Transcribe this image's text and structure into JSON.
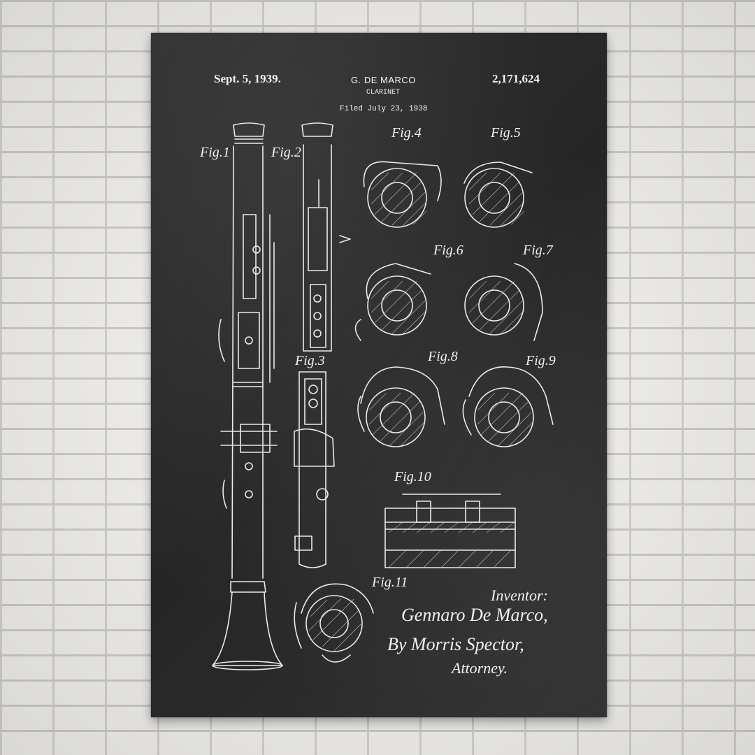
{
  "patent": {
    "date": "Sept. 5, 1939.",
    "inventor_header": "G. DE MARCO",
    "title": "CLARINET",
    "filed": "Filed July 23, 1938",
    "number": "2,171,624"
  },
  "figures": {
    "fig1": "Fig.1",
    "fig2": "Fig.2",
    "fig3": "Fig.3",
    "fig4": "Fig.4",
    "fig5": "Fig.5",
    "fig6": "Fig.6",
    "fig7": "Fig.7",
    "fig8": "Fig.8",
    "fig9": "Fig.9",
    "fig10": "Fig.10",
    "fig11": "Fig.11"
  },
  "signature": {
    "inventor_label": "Inventor:",
    "inventor_name": "Gennaro De Marco,",
    "by_attorney": "By Morris Spector,",
    "attorney_label": "Attorney."
  },
  "colors": {
    "wall": "#ecebe8",
    "chalkboard": "#2a2a2a",
    "chalk": "#f2f2f2"
  }
}
